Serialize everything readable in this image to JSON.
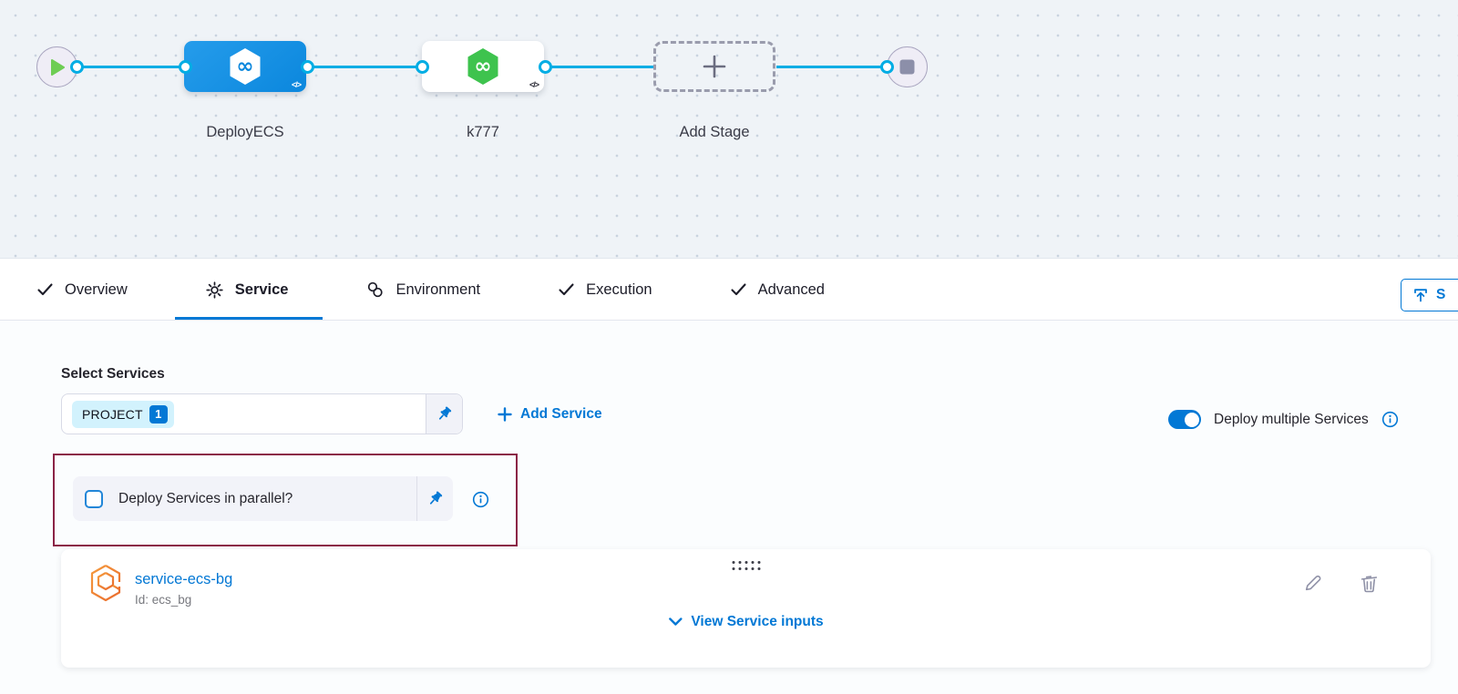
{
  "pipeline_canvas": {
    "stage_deploy": {
      "name": "DeployECS"
    },
    "stage_k777": {
      "name": "k777"
    },
    "add_stage_label": "Add Stage"
  },
  "tab_bar": {
    "overview": "Overview",
    "service": "Service",
    "environment": "Environment",
    "execution": "Execution",
    "advanced": "Advanced",
    "save_label_partial": "S"
  },
  "service_tab": {
    "select_services_label": "Select Services",
    "selected_service_tag": "PROJECT",
    "selected_service_count": "1",
    "add_service_label": "Add Service",
    "deploy_multiple_label": "Deploy multiple Services",
    "deploy_multiple_toggle_state": "on",
    "parallel_checkbox_label": "Deploy Services in parallel?",
    "parallel_checkbox_state": "unchecked",
    "service_card": {
      "name": "service-ecs-bg",
      "id": "Id: ecs_bg",
      "view_inputs_label": "View Service inputs"
    }
  },
  "icons": {
    "infinity_glyph": "∞",
    "code_glyph": "</>"
  },
  "colors": {
    "accent_blue": "#0278d5",
    "connector_cyan": "#00ade4",
    "stage_blue": "#1191e4",
    "stage_green": "#3ec34e",
    "highlight_border": "#8b2346",
    "tag_background": "#d2f2fd",
    "canvas_background": "#eff3f7"
  }
}
